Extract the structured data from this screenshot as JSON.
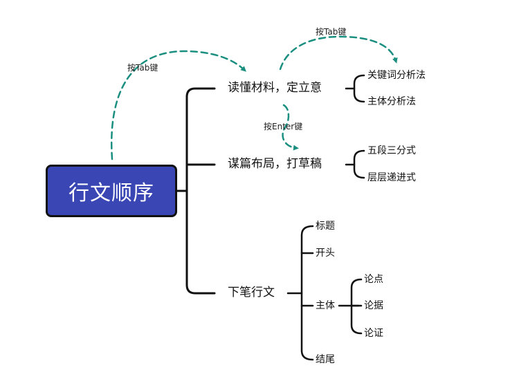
{
  "root": {
    "label": "行文顺序"
  },
  "branches": [
    {
      "label": "读懂材料，定立意",
      "children": [
        "关键词分析法",
        "主体分析法"
      ]
    },
    {
      "label": "谋篇布局，打草稿",
      "children": [
        "五段三分式",
        "层层递进式"
      ]
    },
    {
      "label": "下笔行文",
      "children": [
        "标题",
        "开头",
        "主体",
        "结尾"
      ],
      "subchildren": {
        "parent": "主体",
        "items": [
          "论点",
          "论据",
          "论证"
        ]
      }
    }
  ],
  "hints": {
    "tab_left": "按Tab键",
    "tab_right": "按Tab键",
    "enter": "按Enter键"
  },
  "colors": {
    "root_fill": "#3a46b4",
    "line": "#111111",
    "arrow": "#1a8f80"
  }
}
